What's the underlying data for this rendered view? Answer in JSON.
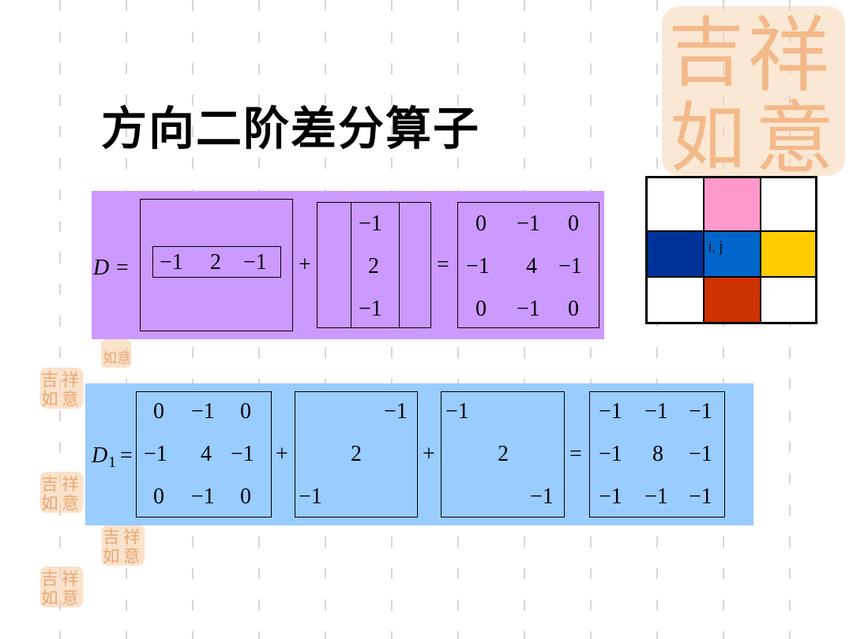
{
  "slide": {
    "title": "方向二阶差分算子",
    "stamp_char_top_left": "吉",
    "stamp_char_top_right": "祥",
    "stamp_char_bottom_left": "如",
    "stamp_char_bottom_right": "意"
  },
  "equation_D": {
    "lhs": "D =",
    "plus": "+",
    "equals": "=",
    "horizontal_kernel": [
      "−1",
      "2",
      "−1"
    ],
    "vertical_kernel": [
      "−1",
      "2",
      "−1"
    ],
    "result": [
      [
        "0",
        "−1",
        "0"
      ],
      [
        "−1",
        "4",
        "−1"
      ],
      [
        "0",
        "−1",
        "0"
      ]
    ],
    "background": "#cc99ff"
  },
  "equation_D1": {
    "lhs_base": "D",
    "lhs_sub": "1",
    "lhs_eq": "=",
    "plus1": "+",
    "plus2": "+",
    "equals": "=",
    "first": [
      [
        "0",
        "−1",
        "0"
      ],
      [
        "−1",
        "4",
        "−1"
      ],
      [
        "0",
        "−1",
        "0"
      ]
    ],
    "anti_diagonal": [
      "−1",
      "2",
      "−1"
    ],
    "main_diagonal": [
      "−1",
      "2",
      "−1"
    ],
    "result": [
      [
        "−1",
        "−1",
        "−1"
      ],
      [
        "−1",
        "8",
        "−1"
      ],
      [
        "−1",
        "−1",
        "−1"
      ]
    ],
    "background": "#99ccff"
  },
  "neighbor_grid": {
    "center_label": "i, j",
    "colors": {
      "top": "#ff99cc",
      "left": "#003399",
      "center": "#0066cc",
      "right": "#ffcc00",
      "bottom": "#cc3300",
      "empty": "#ffffff"
    }
  }
}
